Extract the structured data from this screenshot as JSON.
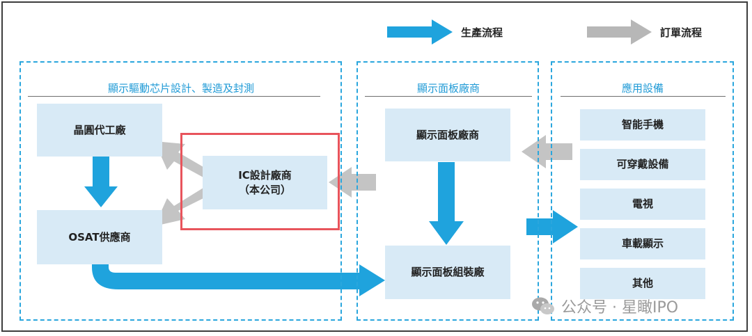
{
  "legend": {
    "production_label": "生產流程",
    "order_label": "訂單流程",
    "production_color": "#1fa3dd",
    "order_color": "#b7b7b7"
  },
  "groups": {
    "left_title": "顯示驅動芯片設計、製造及封測",
    "middle_title": "顯示面板廠商",
    "right_title": "應用設備"
  },
  "nodes": {
    "foundry": "晶圓代工廠",
    "osat": "OSAT供應商",
    "ic_designer": "IC設計廠商",
    "ic_designer_note": "（本公司）",
    "panel_maker": "顯示面板廠商",
    "panel_assembly": "顯示面板組裝廠"
  },
  "applications": [
    "智能手機",
    "可穿戴設備",
    "電視",
    "車載顯示",
    "其他"
  ],
  "watermark": {
    "icon": "wechat-icon",
    "text": "公众号 · 星瞰IPO"
  }
}
